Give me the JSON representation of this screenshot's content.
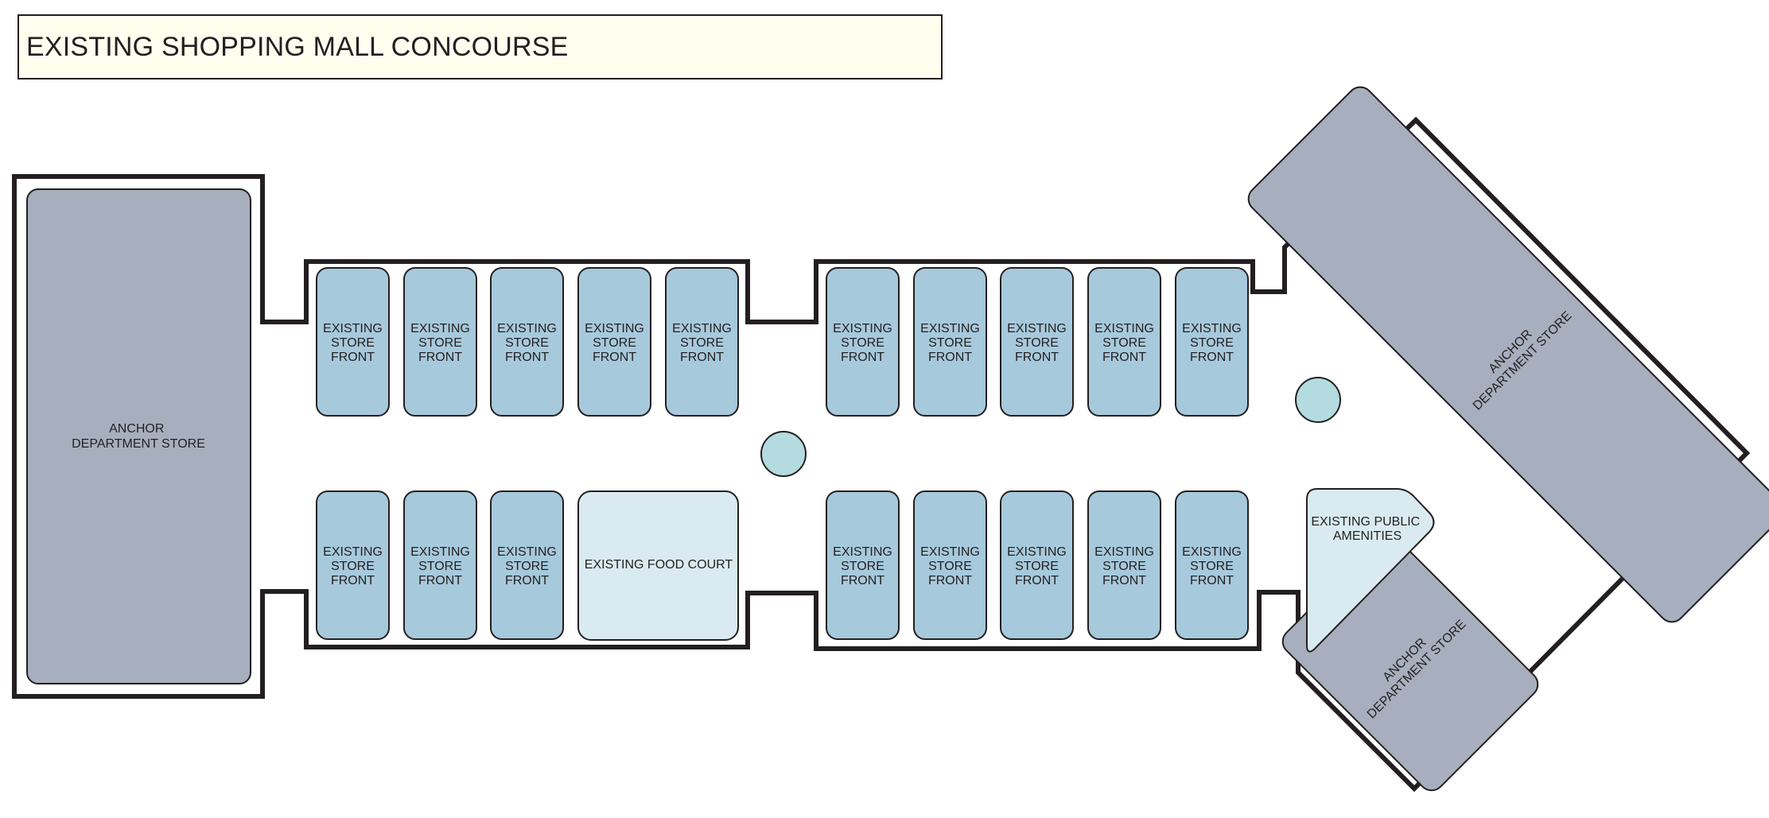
{
  "title": "EXISTING SHOPPING MALL CONCOURSE",
  "labels": {
    "anchor_line1": "ANCHOR",
    "anchor_line2": "DEPARTMENT STORE",
    "store_line1": "EXISTING",
    "store_line2": "STORE",
    "store_line3": "FRONT",
    "food_court": "EXISTING FOOD COURT",
    "amenities_line1": "EXISTING PUBLIC",
    "amenities_line2": "AMENITIES"
  },
  "colors": {
    "wall": "#231f20",
    "anchor_fill": "#a7afbe",
    "store_fill": "#a7c9dc",
    "light_fill": "#d9ebf0",
    "kiosk_fill": "#b4dbdf",
    "title_fill": "#fefdee"
  }
}
